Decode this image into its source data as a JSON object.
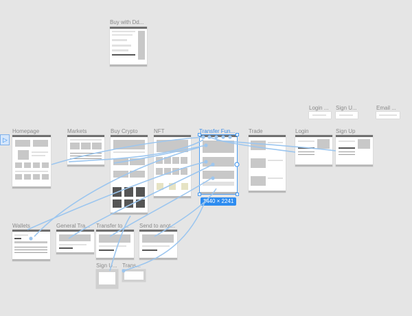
{
  "prototype": {
    "start_icon": "play-icon",
    "selected_size": "1440 × 2241"
  },
  "frames": {
    "buy_with": "Buy with Dd...",
    "homepage": "Homepage",
    "markets": "Markets",
    "buy_crypto": "Buy Crypto",
    "nft": "NFT",
    "transfer_funds": "Transfer Fun...",
    "trade": "Trade",
    "login": "Login",
    "sign_up": "Sign Up",
    "login_small": "Login ...",
    "sign_up_small": "Sign U...",
    "email": "Email ...",
    "wallets": "Wallets",
    "general_transfer": "General Tra...",
    "transfer_to": "Transfer to ...",
    "send_to_another": "Send to anot...",
    "sign_up_bottom": "Sign U...",
    "trans_bottom": "Trans..."
  },
  "colors": {
    "canvas": "#e5e5e5",
    "selection": "#2d8cf0",
    "connector": "#9cc6ef",
    "frame_label": "#8a8a8a"
  }
}
